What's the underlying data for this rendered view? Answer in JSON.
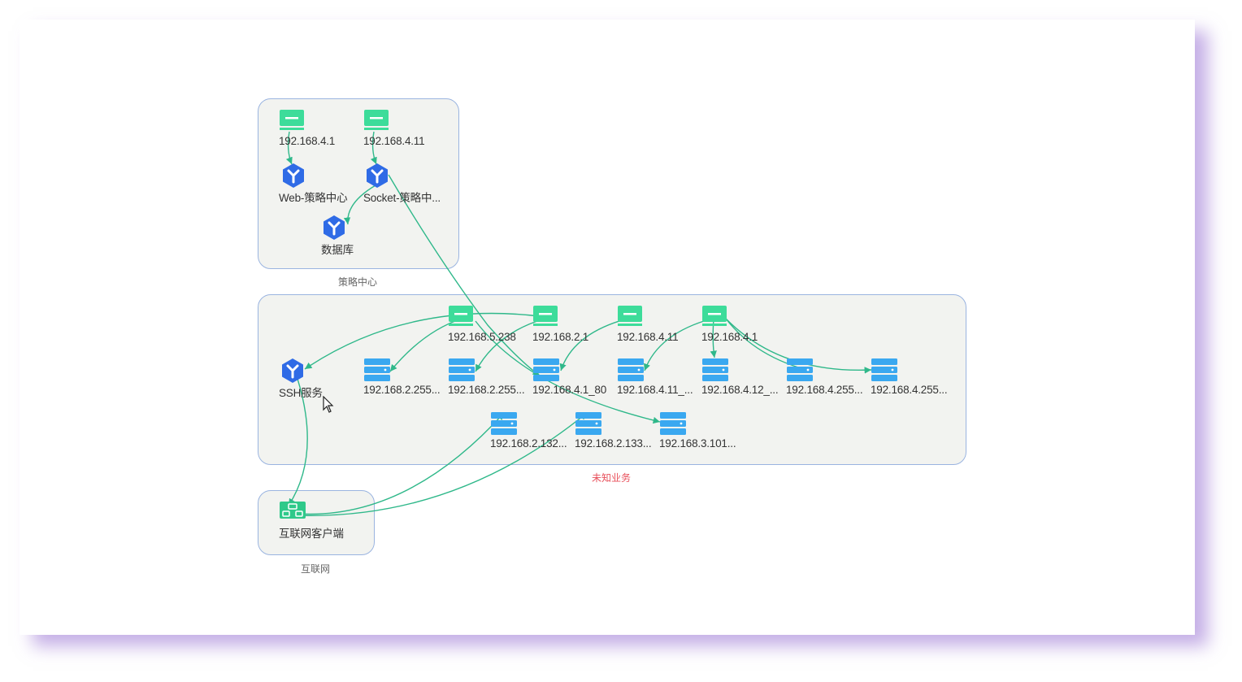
{
  "colors": {
    "edge": "#2fb88a",
    "host": "#3ddc9a",
    "service": "#2f6be6",
    "port": "#3aa8f0",
    "group_border": "#9ab4e0",
    "group_fill": "#f2f3f0",
    "unknown_label": "#e8505b"
  },
  "groups": {
    "policy_center": {
      "label": "策略中心"
    },
    "unknown_business": {
      "label": "未知业务"
    },
    "internet": {
      "label": "互联网"
    }
  },
  "nodes": {
    "pc_host_1": {
      "label": "192.168.4.1",
      "icon": "host-icon"
    },
    "pc_host_11": {
      "label": "192.168.4.11",
      "icon": "host-icon"
    },
    "web_policy": {
      "label": "Web-策略中心",
      "icon": "service-icon"
    },
    "socket_policy": {
      "label": "Socket-策略中...",
      "icon": "service-icon"
    },
    "database": {
      "label": "数据库",
      "icon": "service-icon"
    },
    "ub_host_5_238": {
      "label": "192.168.5.238",
      "icon": "host-icon"
    },
    "ub_host_2_1": {
      "label": "192.168.2.1",
      "icon": "host-icon"
    },
    "ub_host_4_11": {
      "label": "192.168.4.11",
      "icon": "host-icon"
    },
    "ub_host_4_1": {
      "label": "192.168.4.1",
      "icon": "host-icon"
    },
    "ssh_service": {
      "label": "SSH服务",
      "icon": "service-icon"
    },
    "port_2_255_a": {
      "label": "192.168.2.255...",
      "icon": "port-icon"
    },
    "port_2_255_b": {
      "label": "192.168.2.255...",
      "icon": "port-icon"
    },
    "port_4_1_80": {
      "label": "192.168.4.1_80",
      "icon": "port-icon"
    },
    "port_4_11": {
      "label": "192.168.4.11_...",
      "icon": "port-icon"
    },
    "port_4_12": {
      "label": "192.168.4.12_...",
      "icon": "port-icon"
    },
    "port_4_255_a": {
      "label": "192.168.4.255...",
      "icon": "port-icon"
    },
    "port_4_255_b": {
      "label": "192.168.4.255...",
      "icon": "port-icon"
    },
    "port_2_132": {
      "label": "192.168.2.132...",
      "icon": "port-icon"
    },
    "port_2_133": {
      "label": "192.168.2.133...",
      "icon": "port-icon"
    },
    "port_3_101": {
      "label": "192.168.3.101...",
      "icon": "port-icon"
    },
    "internet_client": {
      "label": "互联网客户端",
      "icon": "client-icon"
    }
  }
}
